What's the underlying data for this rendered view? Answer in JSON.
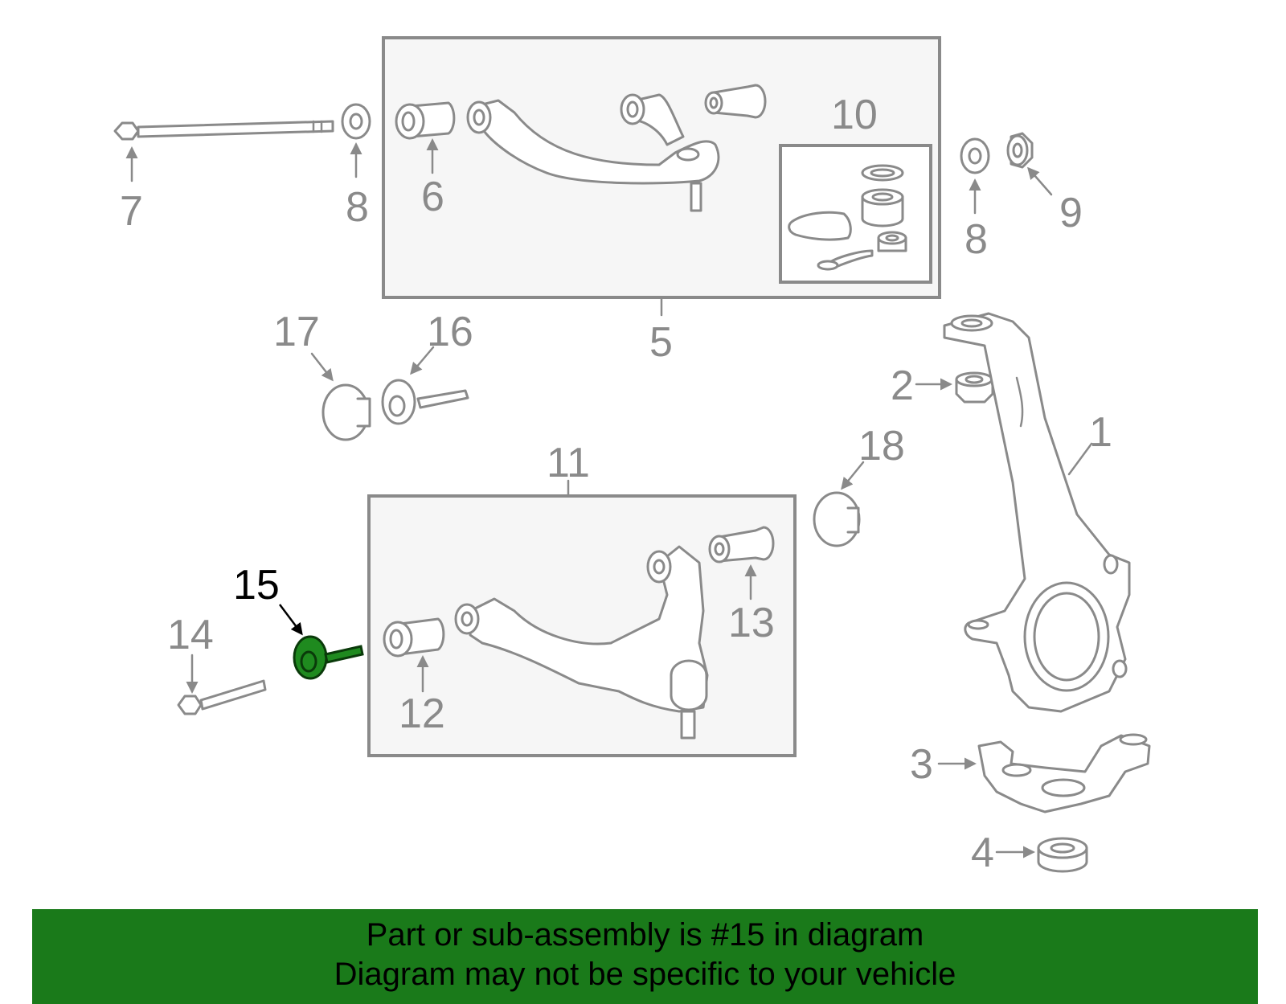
{
  "diagram": {
    "labels": {
      "l1": "1",
      "l2": "2",
      "l3": "3",
      "l4": "4",
      "l5": "5",
      "l6": "6",
      "l7": "7",
      "l8a": "8",
      "l8b": "8",
      "l9": "9",
      "l10": "10",
      "l11": "11",
      "l12": "12",
      "l13": "13",
      "l14": "14",
      "l15": "15",
      "l16": "16",
      "l17": "17",
      "l18": "18"
    },
    "highlight_color": "#1f8a1f",
    "line_color": "#8a8a8a"
  },
  "banner": {
    "line1": "Part or sub-assembly is #15 in diagram",
    "line2": "Diagram may not be specific to your vehicle",
    "background": "#1a7a1a"
  }
}
